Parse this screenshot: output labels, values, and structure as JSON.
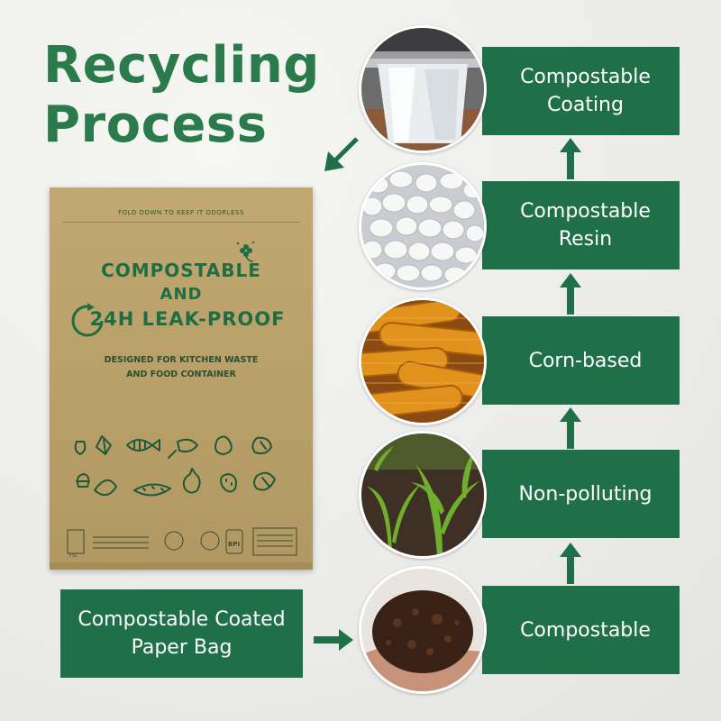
{
  "title": {
    "line1": "Recycling",
    "line2": "Process"
  },
  "steps": [
    {
      "label": "Compostable Coating",
      "image": "coating-machine-photo"
    },
    {
      "label": "Compostable Resin",
      "image": "resin-pellets-photo"
    },
    {
      "label": "Corn-based",
      "image": "corn-cobs-photo"
    },
    {
      "label": "Non-polluting",
      "image": "seedlings-photo"
    },
    {
      "label": "Compostable",
      "image": "soil-in-hands-photo"
    }
  ],
  "product_label": "Compostable Coated Paper Bag",
  "bag": {
    "fold_text": "FOLD DOWN TO KEEP IT ODORLESS",
    "line1": "COMPOSTABLE",
    "line2": "AND",
    "line3": "24H LEAK-PROOF",
    "sub1": "DESIGNED FOR KITCHEN WASTE",
    "sub2": "AND FOOD CONTAINER",
    "cert_fsc": "FSC",
    "cert_bpi": "BPI"
  },
  "colors": {
    "accent_green": "#1f7048",
    "title_green": "#2b7a4b",
    "bag_kraft": "#b9a069",
    "background": "#ececea"
  }
}
